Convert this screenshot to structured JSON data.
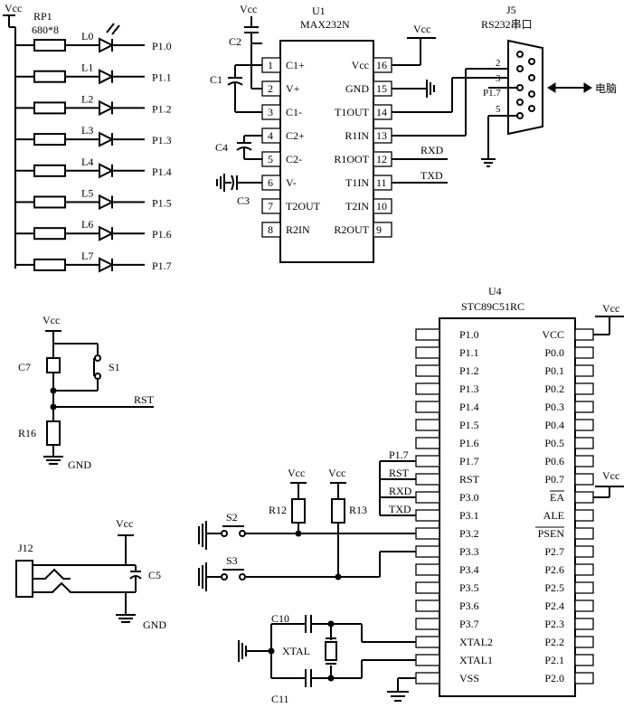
{
  "vcc_label": "Vcc",
  "gnd_label": "GND",
  "led_section": {
    "resistor_ref": "RP1",
    "resistor_value": "680*8",
    "leds": [
      "L0",
      "L1",
      "L2",
      "L3",
      "L4",
      "L5",
      "L6",
      "L7"
    ],
    "ports": [
      "P1.0",
      "P1.1",
      "P1.2",
      "P1.3",
      "P1.4",
      "P1.5",
      "P1.6",
      "P1.7"
    ]
  },
  "max232": {
    "ref": "U1",
    "part": "MAX232N",
    "left_pins": [
      {
        "num": "1",
        "name": "C1+"
      },
      {
        "num": "2",
        "name": "V+"
      },
      {
        "num": "3",
        "name": "C1-"
      },
      {
        "num": "4",
        "name": "C2+"
      },
      {
        "num": "5",
        "name": "C2-"
      },
      {
        "num": "6",
        "name": "V-"
      },
      {
        "num": "7",
        "name": "T2OUT"
      },
      {
        "num": "8",
        "name": "R2IN"
      }
    ],
    "right_pins": [
      {
        "num": "16",
        "name": "Vcc"
      },
      {
        "num": "15",
        "name": "GND"
      },
      {
        "num": "14",
        "name": "T1OUT"
      },
      {
        "num": "13",
        "name": "R1IN"
      },
      {
        "num": "12",
        "name": "R1OOT"
      },
      {
        "num": "11",
        "name": "T1IN"
      },
      {
        "num": "10",
        "name": "T2IN"
      },
      {
        "num": "9",
        "name": "R2OUT"
      }
    ],
    "caps": [
      "C1",
      "C2",
      "C3",
      "C4"
    ],
    "net_rxd": "RXD",
    "net_txd": "TXD"
  },
  "connector": {
    "ref": "J5",
    "name": "RS232串口",
    "pins": [
      "2",
      "3",
      "5"
    ],
    "p17": "P1.7",
    "pc_label": "电脑"
  },
  "reset": {
    "cap": "C7",
    "switch": "S1",
    "resistor": "R16",
    "net": "RST"
  },
  "power": {
    "jack": "J12",
    "cap": "C5"
  },
  "mcu": {
    "ref": "U4",
    "part": "STC89C51RC",
    "left_pins": [
      "P1.0",
      "P1.1",
      "P1.2",
      "P1.3",
      "P1.4",
      "P1.5",
      "P1.6",
      "P1.7",
      "RST",
      "P3.0",
      "P3.1",
      "P3.2",
      "P3.3",
      "P3.4",
      "P3.5",
      "P3.6",
      "P3.7",
      "XTAL2",
      "XTAL1",
      "VSS"
    ],
    "right_pins": [
      "VCC",
      "P0.0",
      "P0.1",
      "P0.2",
      "P0.3",
      "P0.4",
      "P0.5",
      "P0.6",
      "P0.7",
      "EA",
      "ALE",
      "PSEN",
      "P2.7",
      "P2.6",
      "P2.5",
      "P2.4",
      "P2.3",
      "P2.2",
      "P2.1",
      "P2.0"
    ],
    "net_labels": [
      "P1.7",
      "RST",
      "RXD",
      "TXD"
    ]
  },
  "switches": {
    "s2": "S2",
    "s3": "S3",
    "r12": "R12",
    "r13": "R13"
  },
  "crystal": {
    "c10": "C10",
    "c11": "C11",
    "xtal": "XTAL"
  }
}
